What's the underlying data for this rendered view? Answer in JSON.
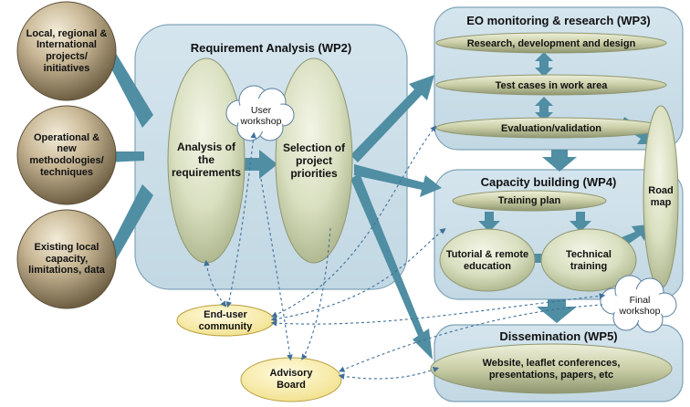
{
  "inputs": [
    "Local, regional & International projects/ initiatives",
    "Operational & new methodologies/ techniques",
    "Existing local capacity, limitations, data"
  ],
  "wp2": {
    "title": "Requirement Analysis (WP2)",
    "analysis": "Analysis of the requirements",
    "selection": "Selection of project priorities",
    "workshop": "User workshop"
  },
  "wp3": {
    "title": "EO monitoring & research (WP3)",
    "items": [
      "Research, development and design",
      "Test cases in work area",
      "Evaluation/validation"
    ]
  },
  "wp4": {
    "title": "Capacity building (WP4)",
    "training_plan": "Training plan",
    "tutorial": "Tutorial & remote education",
    "technical": "Technical training"
  },
  "roadmap": "Road map",
  "final_workshop": "Final workshop",
  "wp5": {
    "title": "Dissemination (WP5)",
    "item": "Website, leaflet conferences, presentations, papers, etc"
  },
  "end_user": "End-user community",
  "advisory": "Advisory Board"
}
